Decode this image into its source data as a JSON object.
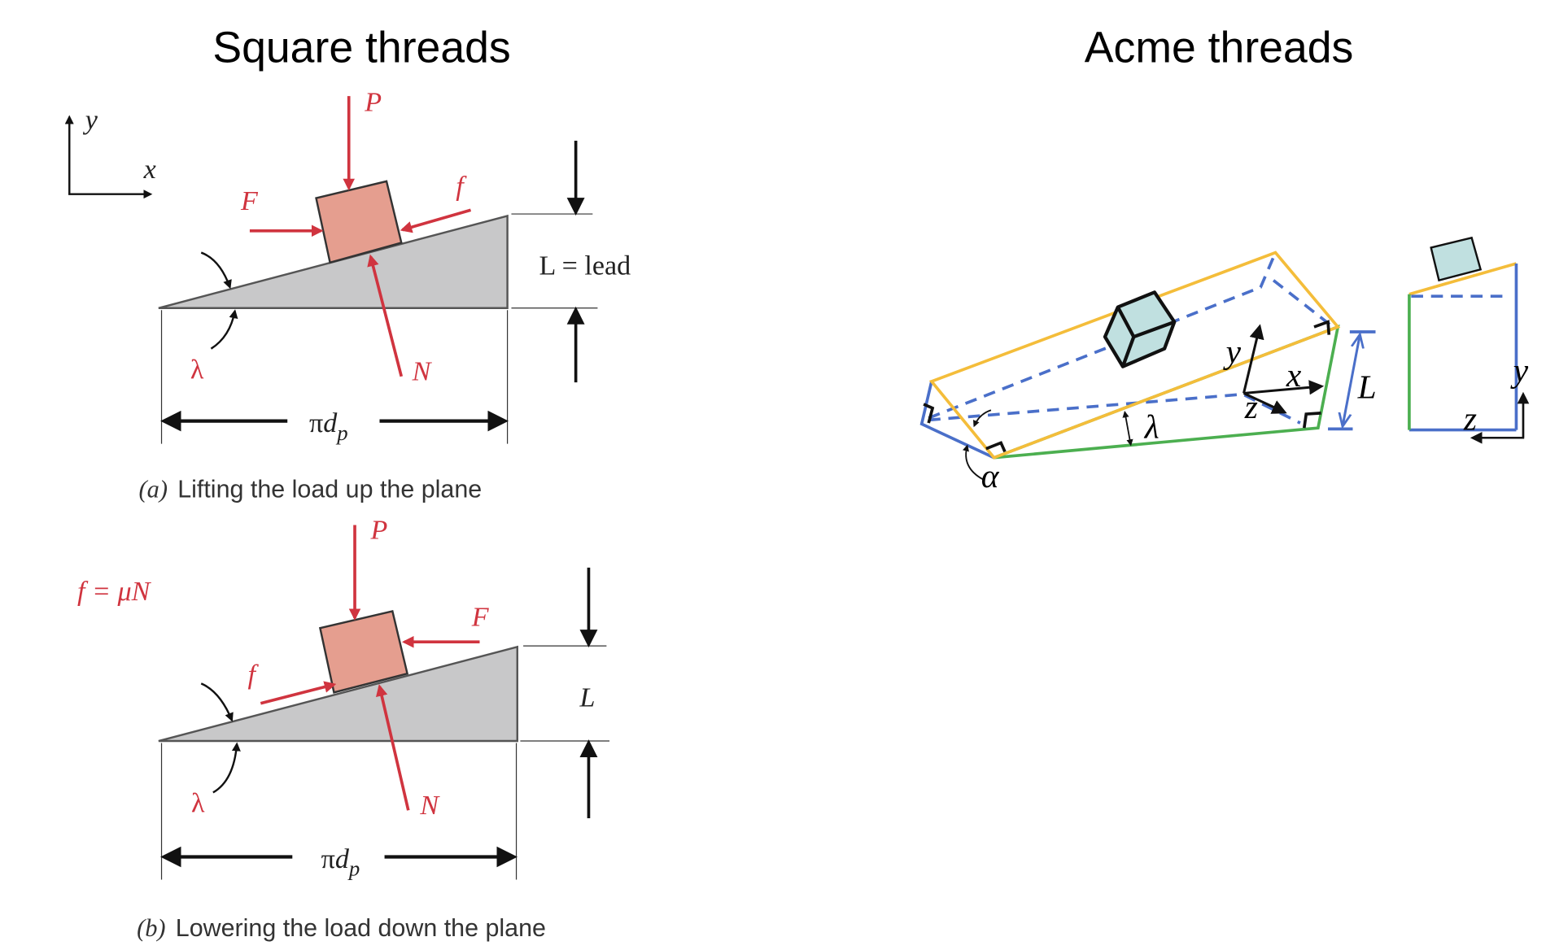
{
  "square": {
    "title": "Square threads",
    "axis_y": "y",
    "axis_x": "x",
    "a": {
      "P": "P",
      "F": "F",
      "f": "f",
      "N": "N",
      "lambda": "λ",
      "L_label": "L = lead",
      "pi": "π",
      "d": "d",
      "p": "p",
      "caption_letter": "(a)",
      "caption_text": "Lifting the load up the plane"
    },
    "b": {
      "friction_eq": "f = μN",
      "P": "P",
      "F": "F",
      "f": "f",
      "N": "N",
      "lambda": "λ",
      "L_label": "L",
      "pi": "π",
      "d": "d",
      "p": "p",
      "caption_letter": "(b)",
      "caption_text": "Lowering the load down the plane"
    }
  },
  "acme": {
    "title": "Acme threads",
    "y": "y",
    "x": "x",
    "z": "z",
    "L": "L",
    "lambda": "λ",
    "alpha": "α",
    "side_y": "y",
    "side_z": "z"
  },
  "colors": {
    "force_red": "#d0343f",
    "block_fill": "#e59e8f",
    "wedge_fill": "#c8c8c9",
    "orange": "#f4bd3a",
    "green": "#4caf50",
    "blue": "#4a6fc9",
    "cube_fill": "#c0e0e0"
  }
}
